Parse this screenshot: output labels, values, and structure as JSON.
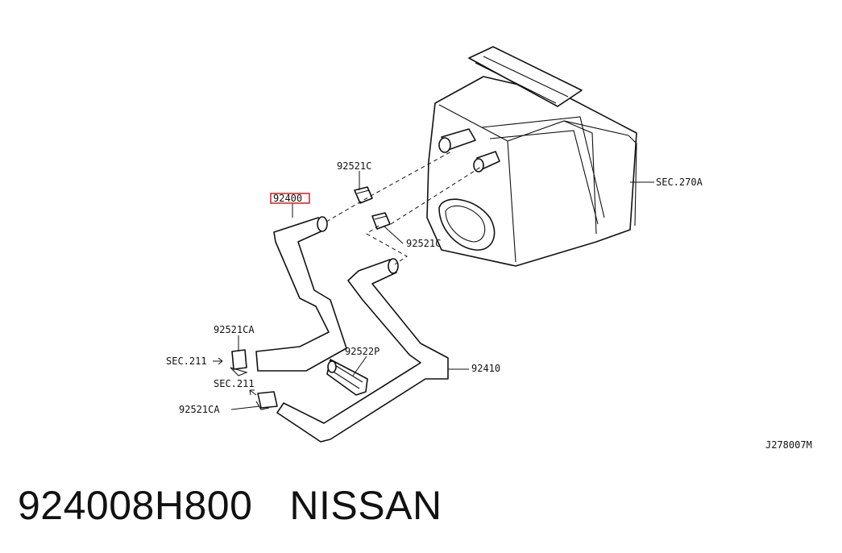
{
  "labels": {
    "hose_upper": "92400",
    "clamp_top": "92521C",
    "clamp_mid": "92521C",
    "sec_heater": "SEC.270A",
    "clamp_ca_1": "92521CA",
    "clamp_ca_2": "92521CA",
    "sec_211_a": "SEC.211",
    "sec_211_b": "SEC.211",
    "clip": "92522P",
    "hose_lower": "92410",
    "diagram_code": "J278007M"
  },
  "highlight_color": "#e0191f",
  "footer": {
    "part_number": "924008H800",
    "brand": "NISSAN"
  }
}
